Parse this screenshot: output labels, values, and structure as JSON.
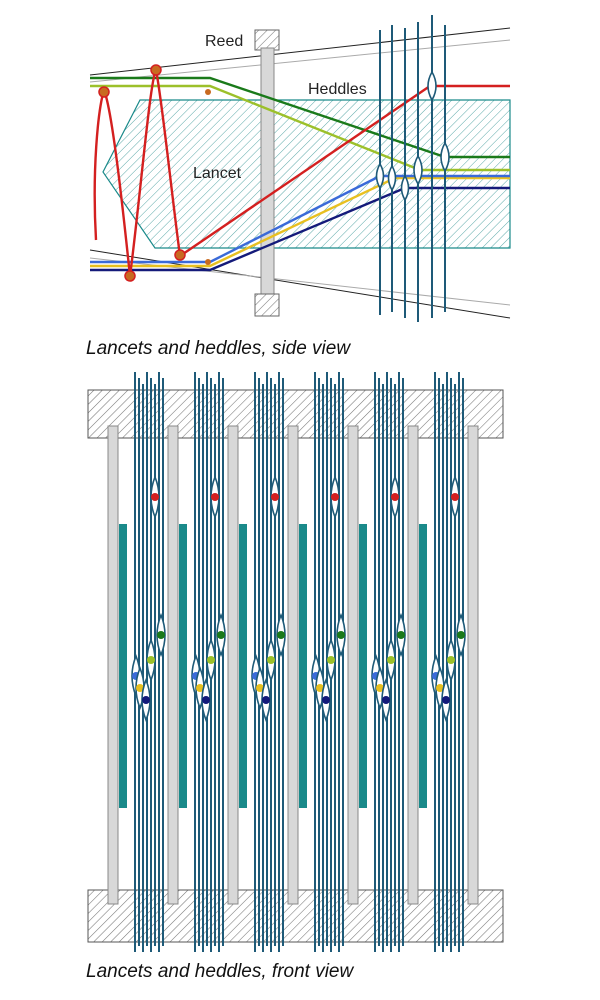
{
  "side_view": {
    "labels": {
      "reed": "Reed",
      "heddles": "Heddles",
      "lancet": "Lancet"
    },
    "caption": "Lancets and heddles, side view"
  },
  "front_view": {
    "caption": "Lancets and heddles, front view"
  },
  "colors": {
    "red": "#d42020",
    "green": "#1a7a1a",
    "lime": "#9cc02a",
    "yellow": "#e8c020",
    "blue": "#3a6ad8",
    "navy": "#141a7a",
    "heddle": "#1e5a78",
    "lancet": "#1a8a8a",
    "reed": "#d8d8d8",
    "hatch": "#777777"
  }
}
